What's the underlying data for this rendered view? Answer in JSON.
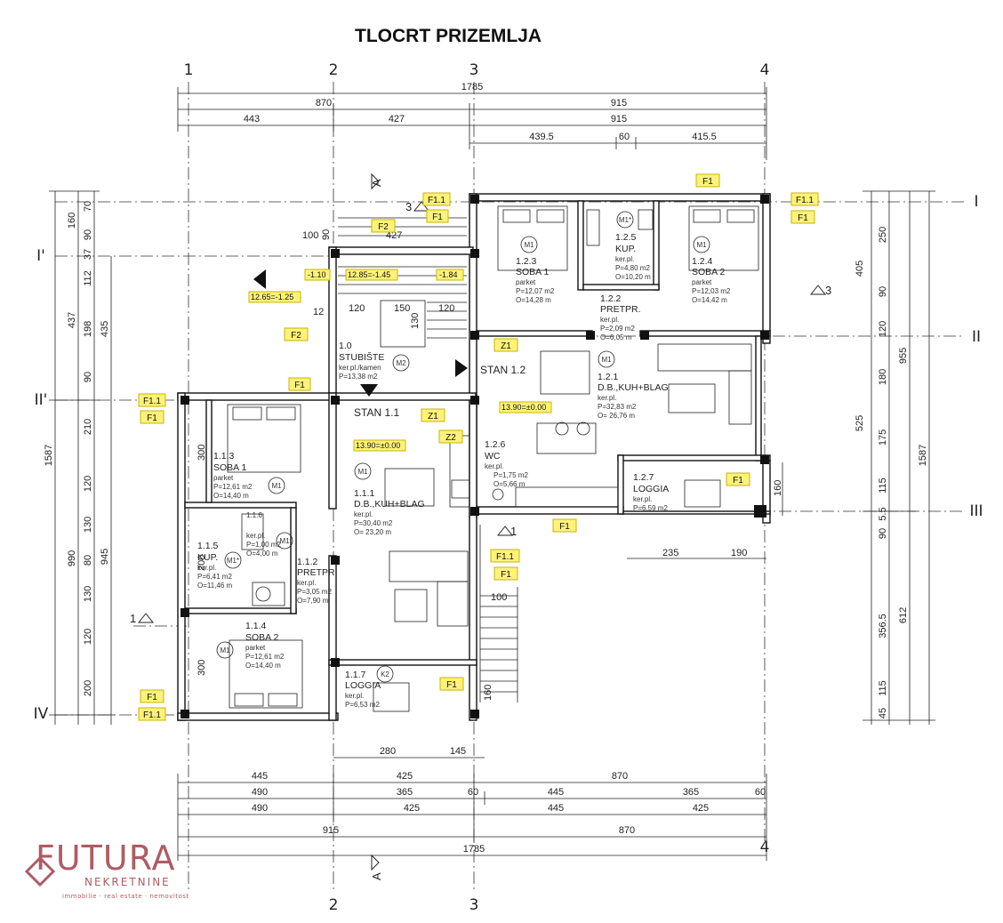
{
  "title": "TLOCRT PRIZEMLJA",
  "grid_top": [
    "1",
    "2",
    "3",
    "4"
  ],
  "grid_bottom": [
    "2",
    "3",
    "4"
  ],
  "grid_right": [
    "I",
    "II",
    "III"
  ],
  "grid_left": [
    "I'",
    "II'",
    "IV"
  ],
  "dims_top": {
    "row1": [
      "1785"
    ],
    "row2": [
      "870",
      "915"
    ],
    "row3": [
      "443",
      "427",
      "915"
    ],
    "row4": [
      "439.5",
      "60",
      "415.5"
    ]
  },
  "dims_bottom": {
    "row1": [
      "445",
      "425",
      "870"
    ],
    "row2": [
      "490",
      "365",
      "60",
      "445",
      "365",
      "60"
    ],
    "row3": [
      "490",
      "425",
      "445",
      "425"
    ],
    "row4": [
      "915",
      "870"
    ],
    "row5": [
      "1785"
    ],
    "inner": [
      "280",
      "145"
    ]
  },
  "dims_left": {
    "outer": [
      "1587"
    ],
    "mid": [
      "437",
      "990"
    ],
    "inner": [
      "435",
      "945"
    ],
    "small": [
      "160",
      "70",
      "90",
      "37",
      "112",
      "198",
      "90",
      "210",
      "120",
      "130",
      "80",
      "130",
      "120",
      "200"
    ]
  },
  "dims_right": {
    "outer": [
      "1587"
    ],
    "mid": [
      "955",
      "612"
    ],
    "inner": [
      "405",
      "525",
      "356.5"
    ],
    "small": [
      "250",
      "90",
      "120",
      "180",
      "175",
      "115",
      "5.5",
      "90",
      "115",
      "45"
    ]
  },
  "dims_misc": [
    "100",
    "427",
    "90",
    "120",
    "150",
    "120",
    "130",
    "12",
    "235",
    "190",
    "160",
    "100",
    "160",
    "300",
    "300",
    "200"
  ],
  "rooms": [
    {
      "id": "1.0",
      "name": "STUBIŠTE",
      "floor": "ker.pl./kamen",
      "area": "P=13,38 m2"
    },
    {
      "id": "1.1.1",
      "name": "D.B.,KUH+BLAG",
      "floor": "ker.pl.",
      "area": "P=30,40 m2",
      "perim": "O= 23,20 m"
    },
    {
      "id": "1.1.2",
      "name": "PRETPR.",
      "floor": "ker.pl.",
      "area": "P=3,05 m2",
      "perim": "O=7,90 m"
    },
    {
      "id": "1.1.3",
      "name": "SOBA 1",
      "floor": "parket",
      "area": "P=12,61 m2",
      "perim": "O=14,40 m"
    },
    {
      "id": "1.1.4",
      "name": "SOBA 2",
      "floor": "parket",
      "area": "P=12,61 m2",
      "perim": "O=14,40 m"
    },
    {
      "id": "1.1.5",
      "name": "KUP.",
      "floor": "ker.pl.",
      "area": "P=6,41 m2",
      "perim": "O=11,46 m"
    },
    {
      "id": "1.1.6",
      "name": "",
      "floor": "ker.pl.",
      "area": "P=1,00 m2",
      "perim": "O=4,00 m"
    },
    {
      "id": "1.1.7",
      "name": "LOGGIA",
      "floor": "ker.pl.",
      "area": "P=6,53 m2"
    },
    {
      "id": "1.2.1",
      "name": "D.B.,KUH+BLAG",
      "floor": "ker.pl.",
      "area": "P=32,83 m2",
      "perim": "O= 26,76 m"
    },
    {
      "id": "1.2.2",
      "name": "PRETPR.",
      "floor": "ker.pl.",
      "area": "P=2,09 m2",
      "perim": "O=6,05 m"
    },
    {
      "id": "1.2.3",
      "name": "SOBA 1",
      "floor": "parket",
      "area": "P=12,07 m2",
      "perim": "O=14,28 m"
    },
    {
      "id": "1.2.4",
      "name": "SOBA 2",
      "floor": "parket",
      "area": "P=12,03 m2",
      "perim": "O=14,42 m"
    },
    {
      "id": "1.2.5",
      "name": "KUP.",
      "floor": "ker.pl.",
      "area": "P=4,80 m2",
      "perim": "O=10,20 m"
    },
    {
      "id": "1.2.6",
      "name": "WC",
      "floor": "ker.pl.",
      "area": "P=1,75 m2",
      "perim": "O=5,66 m"
    },
    {
      "id": "1.2.7",
      "name": "LOGGIA",
      "floor": "ker.pl.",
      "area": "P=6,59 m2"
    }
  ],
  "units": [
    "STAN 1.1",
    "STAN 1.2"
  ],
  "circles": [
    "M1",
    "M1",
    "M1",
    "M1",
    "M1",
    "M1",
    "M1",
    "M2",
    "M1*",
    "M1*",
    "K2"
  ],
  "levels": [
    "-1.10",
    "12.85=-1.45",
    "-1.84",
    "12.65=-1.25",
    "13.90=±0.00",
    "13.90=±0.00"
  ],
  "section_marks": [
    "A",
    "A",
    "1",
    "1",
    "3",
    "3"
  ],
  "tags": {
    "F1": "F1",
    "F1_1": "F1.1",
    "F2": "F2",
    "Z1": "Z1",
    "Z2": "Z2"
  },
  "logo": {
    "main": "FUTURA",
    "sub": "NEKRETNINE",
    "tagline": "immobilie · real estate · nemovitost"
  }
}
